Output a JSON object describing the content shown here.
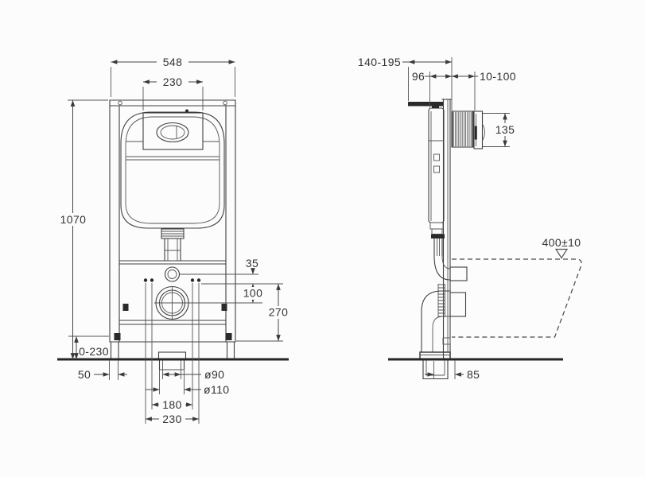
{
  "drawing": {
    "title": "Concealed WC cistern installation frame - dimensioned technical drawing",
    "units": "mm",
    "line_color": "#3f3f3f",
    "background": "#fcfcfc",
    "front_view": {
      "dims": {
        "overall_width": "548",
        "flush_plate_width": "230",
        "frame_height": "1070",
        "inlet_to_fixings": "35",
        "fixings_to_drain": "100",
        "fixings_to_base": "270",
        "foot_adjustment": "0-230",
        "foot_width": "50",
        "drain_inner_diameter": "ø90",
        "drain_outer_diameter": "ø110",
        "fixing_spacing_inner": "180",
        "fixing_spacing_outer": "230"
      }
    },
    "side_view": {
      "dims": {
        "install_depth_range": "140-195",
        "frame_depth": "96",
        "wall_finish_range": "10-100",
        "flush_plate_height": "135",
        "bowl_rim_height": "400±10",
        "drain_to_wall": "85"
      }
    }
  }
}
